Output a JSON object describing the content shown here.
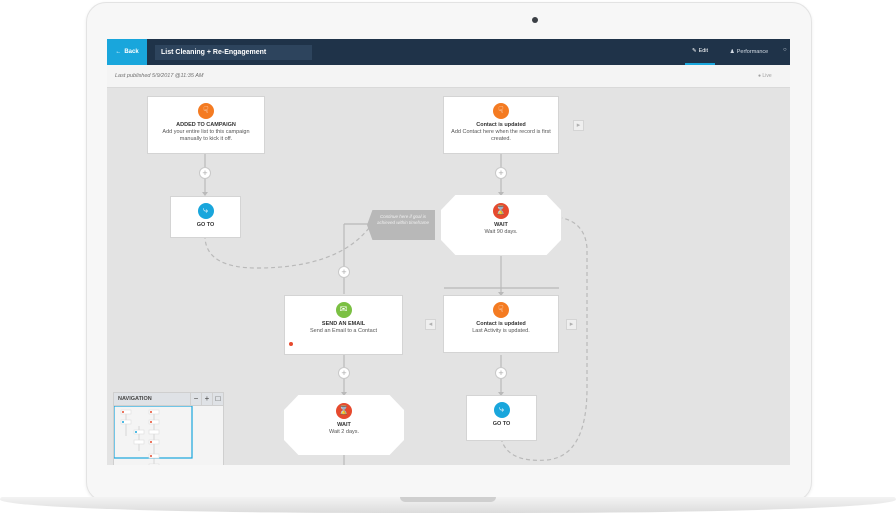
{
  "header": {
    "back_label": "Back",
    "campaign_title": "List Cleaning + Re-Engagement",
    "tabs": [
      {
        "label": "Edit",
        "icon": "pencil-icon",
        "active": true
      },
      {
        "label": "Performance",
        "icon": "person-icon",
        "active": false
      }
    ]
  },
  "subbar": {
    "published": "Last published 5/9/2017 @11:35 AM",
    "status": "Live"
  },
  "nodes": {
    "added": {
      "icon": "hand-pointer-icon",
      "title": "ADDED TO CAMPAIGN",
      "desc": "Add your entire list to this campaign manually to kick it off."
    },
    "updated1": {
      "icon": "hand-pointer-icon",
      "title": "Contact is updated",
      "desc": "Add Contact here when the record is first created."
    },
    "goto1": {
      "icon": "goto-arrow-icon",
      "title": "GO TO"
    },
    "wait1": {
      "icon": "hourglass-icon",
      "title": "WAIT",
      "desc": "Wait 90 days."
    },
    "send_email": {
      "icon": "envelope-icon",
      "title": "SEND AN EMAIL",
      "desc": "Send an Email to a Contact"
    },
    "updated2": {
      "icon": "hand-pointer-icon",
      "title": "Contact is updated",
      "desc": "Last Activity is updated."
    },
    "wait2": {
      "icon": "hourglass-icon",
      "title": "WAIT",
      "desc": "Wait 2 days."
    },
    "goto2": {
      "icon": "goto-arrow-icon",
      "title": "GO TO"
    }
  },
  "tooltip": "Continue here if goal is achieved within timeframe",
  "navigation": {
    "title": "NAVIGATION",
    "zoom_out": "−",
    "zoom_in": "+",
    "fit": "□"
  },
  "colors": {
    "topbar": "#1f3349",
    "accent": "#19a6dc",
    "orange": "#f47b22",
    "red": "#e64a2e",
    "green": "#7bc043",
    "canvas": "#e3e3e3"
  }
}
